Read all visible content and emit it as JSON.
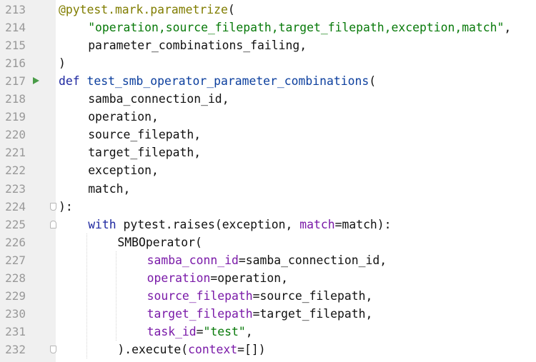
{
  "editor": {
    "language": "python",
    "lines": [
      {
        "number": "213",
        "indent": 0,
        "tokens": [
          {
            "text": "@pytest.mark.parametrize",
            "type": "dec"
          },
          {
            "text": "(",
            "type": "plain"
          }
        ]
      },
      {
        "number": "214",
        "indent": 1,
        "tokens": [
          {
            "text": "\"operation,source_filepath,target_filepath,exception,match\"",
            "type": "str"
          },
          {
            "text": ",",
            "type": "plain"
          }
        ]
      },
      {
        "number": "215",
        "indent": 1,
        "tokens": [
          {
            "text": "parameter_combinations_failing",
            "type": "plain"
          },
          {
            "text": ",",
            "type": "plain"
          }
        ]
      },
      {
        "number": "216",
        "indent": 0,
        "tokens": [
          {
            "text": ")",
            "type": "plain"
          }
        ]
      },
      {
        "number": "217",
        "indent": 0,
        "marker": "run",
        "tokens": [
          {
            "text": "def",
            "type": "kw"
          },
          {
            "text": " ",
            "type": "plain"
          },
          {
            "text": "test_smb_operator_parameter_combinations",
            "type": "fn"
          },
          {
            "text": "(",
            "type": "plain"
          }
        ]
      },
      {
        "number": "218",
        "indent": 1,
        "tokens": [
          {
            "text": "samba_connection_id",
            "type": "plain"
          },
          {
            "text": ",",
            "type": "plain"
          }
        ]
      },
      {
        "number": "219",
        "indent": 1,
        "tokens": [
          {
            "text": "operation",
            "type": "plain"
          },
          {
            "text": ",",
            "type": "plain"
          }
        ]
      },
      {
        "number": "220",
        "indent": 1,
        "tokens": [
          {
            "text": "source_filepath",
            "type": "plain"
          },
          {
            "text": ",",
            "type": "plain"
          }
        ]
      },
      {
        "number": "221",
        "indent": 1,
        "tokens": [
          {
            "text": "target_filepath",
            "type": "plain"
          },
          {
            "text": ",",
            "type": "plain"
          }
        ]
      },
      {
        "number": "222",
        "indent": 1,
        "tokens": [
          {
            "text": "exception",
            "type": "plain"
          },
          {
            "text": ",",
            "type": "plain"
          }
        ]
      },
      {
        "number": "223",
        "indent": 1,
        "tokens": [
          {
            "text": "match",
            "type": "plain"
          },
          {
            "text": ",",
            "type": "plain"
          }
        ]
      },
      {
        "number": "224",
        "indent": 0,
        "fold": "up",
        "tokens": [
          {
            "text": "):",
            "type": "plain"
          }
        ]
      },
      {
        "number": "225",
        "indent": 1,
        "fold": "down",
        "tokens": [
          {
            "text": "with",
            "type": "kw"
          },
          {
            "text": " pytest.raises(exception, ",
            "type": "plain"
          },
          {
            "text": "match",
            "type": "kwarg"
          },
          {
            "text": "=match):",
            "type": "plain"
          }
        ]
      },
      {
        "number": "226",
        "indent": 2,
        "tokens": [
          {
            "text": "SMBOperator(",
            "type": "plain"
          }
        ]
      },
      {
        "number": "227",
        "indent": 3,
        "tokens": [
          {
            "text": "samba_conn_id",
            "type": "kwarg"
          },
          {
            "text": "=samba_connection_id,",
            "type": "plain"
          }
        ]
      },
      {
        "number": "228",
        "indent": 3,
        "tokens": [
          {
            "text": "operation",
            "type": "kwarg"
          },
          {
            "text": "=operation,",
            "type": "plain"
          }
        ]
      },
      {
        "number": "229",
        "indent": 3,
        "tokens": [
          {
            "text": "source_filepath",
            "type": "kwarg"
          },
          {
            "text": "=source_filepath,",
            "type": "plain"
          }
        ]
      },
      {
        "number": "230",
        "indent": 3,
        "tokens": [
          {
            "text": "target_filepath",
            "type": "kwarg"
          },
          {
            "text": "=target_filepath,",
            "type": "plain"
          }
        ]
      },
      {
        "number": "231",
        "indent": 3,
        "tokens": [
          {
            "text": "task_id",
            "type": "kwarg"
          },
          {
            "text": "=",
            "type": "plain"
          },
          {
            "text": "\"test\"",
            "type": "str"
          },
          {
            "text": ",",
            "type": "plain"
          }
        ]
      },
      {
        "number": "232",
        "indent": 2,
        "fold": "up",
        "tokens": [
          {
            "text": ").execute(",
            "type": "plain"
          },
          {
            "text": "context",
            "type": "kwarg"
          },
          {
            "text": "=[])",
            "type": "plain"
          }
        ]
      }
    ]
  },
  "colors": {
    "background": "#ffffff",
    "gutter": "#f0f0f0",
    "line_number": "#999999",
    "decorator": "#807d00",
    "string": "#087a0a",
    "keyword": "#1e28a0",
    "function_name": "#0c3f9e",
    "keyword_argument": "#7a1aa8",
    "run_marker": "#4a9c48"
  },
  "icons": {
    "run": "run-gutter-icon",
    "fold": "fold-marker-icon"
  }
}
